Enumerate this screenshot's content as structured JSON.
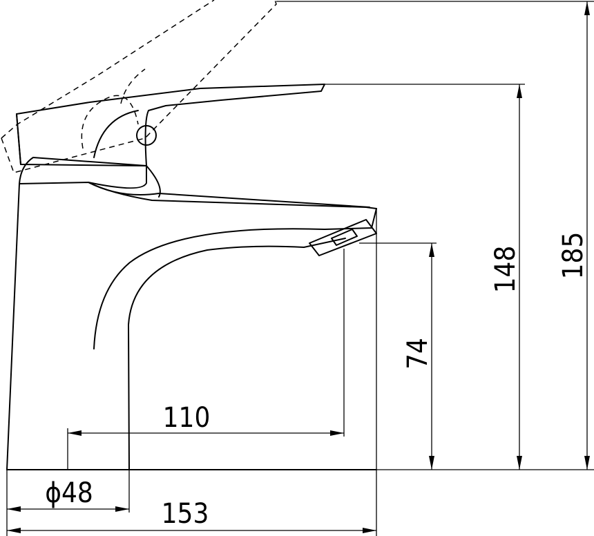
{
  "drawing": {
    "dimensions": {
      "spout_reach": "110",
      "outlet_height": "74",
      "lever_height": "148",
      "overall_height": "185",
      "base_diameter": "ϕ48",
      "overall_length": "153"
    }
  }
}
